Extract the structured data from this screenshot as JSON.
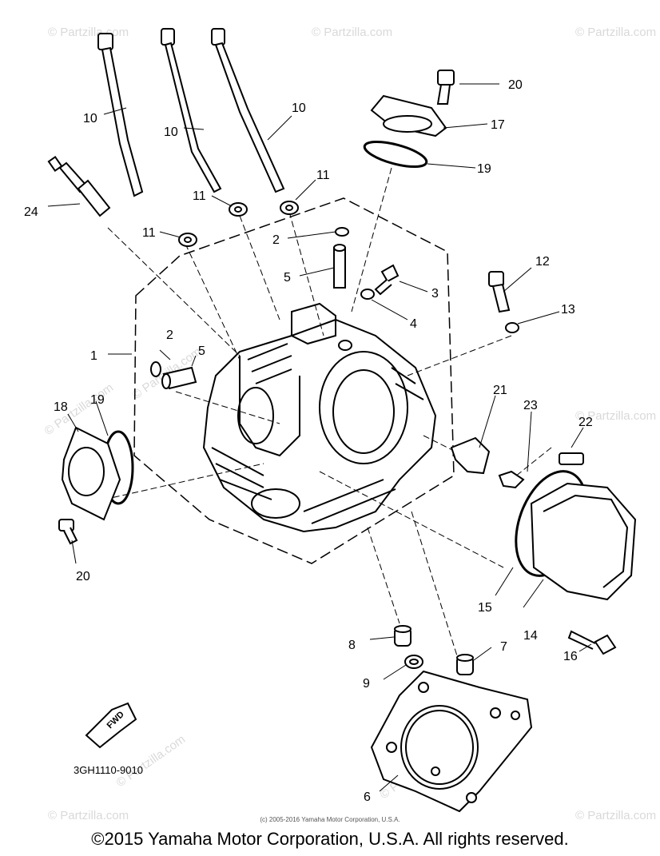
{
  "callouts": [
    "1",
    "2",
    "2",
    "3",
    "4",
    "5",
    "5",
    "6",
    "7",
    "8",
    "9",
    "10",
    "10",
    "10",
    "11",
    "11",
    "11",
    "12",
    "13",
    "14",
    "15",
    "16",
    "17",
    "18",
    "19",
    "19",
    "20",
    "20",
    "21",
    "22",
    "23",
    "24"
  ],
  "diagram_code": "3GH1110-9010",
  "fwd_label": "FWD",
  "watermark": "© Partzilla.com",
  "copyright_small": "(c) 2005-2016 Yamaha Motor Corporation, U.S.A.",
  "copyright_main": "©2015 Yamaha Motor Corporation, U.S.A. All rights reserved."
}
